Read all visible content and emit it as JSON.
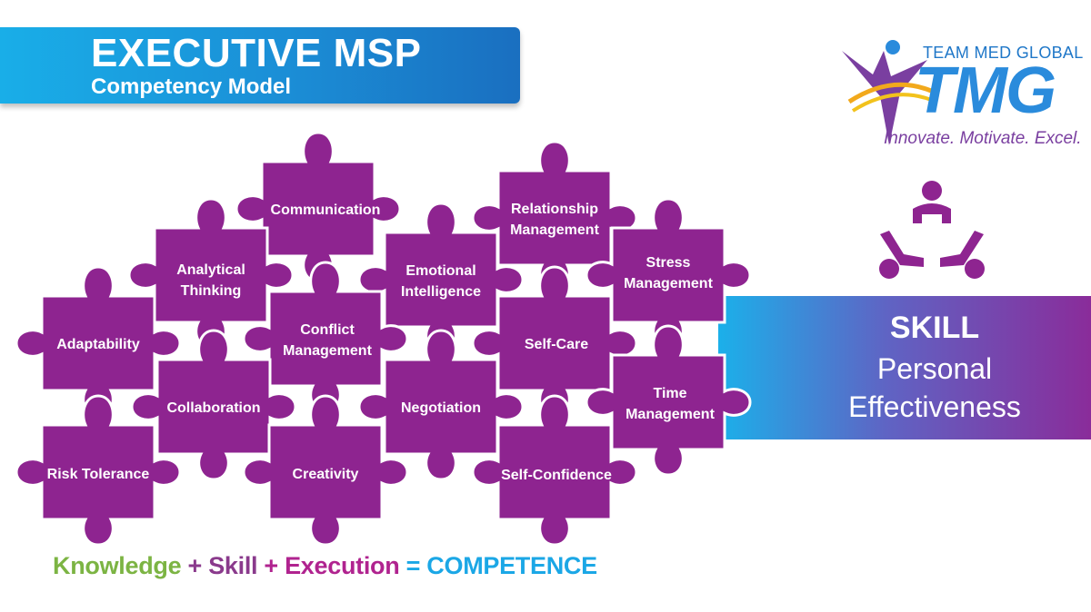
{
  "header": {
    "title": "EXECUTIVE MSP",
    "subtitle": "Competency Model"
  },
  "logo": {
    "brand": "TEAM MED GLOBAL",
    "mark": "TMG",
    "tagline": "Innovate. Motivate. Excel."
  },
  "skill_panel": {
    "title": "SKILL",
    "line1": "Personal",
    "line2": "Effectiveness",
    "icon": "team-circle-icon"
  },
  "pieces": {
    "communication": "Communication",
    "relationship_1": "Relationship",
    "relationship_2": "Management",
    "analytical_1": "Analytical",
    "analytical_2": "Thinking",
    "emotional_1": "Emotional",
    "emotional_2": "Intelligence",
    "stress_1": "Stress",
    "stress_2": "Management",
    "adaptability": "Adaptability",
    "conflict_1": "Conflict",
    "conflict_2": "Management",
    "selfcare": "Self-Care",
    "collaboration": "Collaboration",
    "negotiation": "Negotiation",
    "time_1": "Time",
    "time_2": "Management",
    "risk": "Risk Tolerance",
    "creativity": "Creativity",
    "selfconfidence": "Self-Confidence"
  },
  "equation": {
    "knowledge": "Knowledge",
    "plus1": "+",
    "skill": "Skill",
    "plus2": "+",
    "execution": "Execution",
    "equals": "=",
    "competence": "COMPETENCE"
  },
  "colors": {
    "puzzle": "#8e2490",
    "banner": "#1b8ed6",
    "knowledge": "#7cb443",
    "skill": "#8a3a8c",
    "execution": "#b0238f",
    "competence": "#1ba7e6"
  }
}
